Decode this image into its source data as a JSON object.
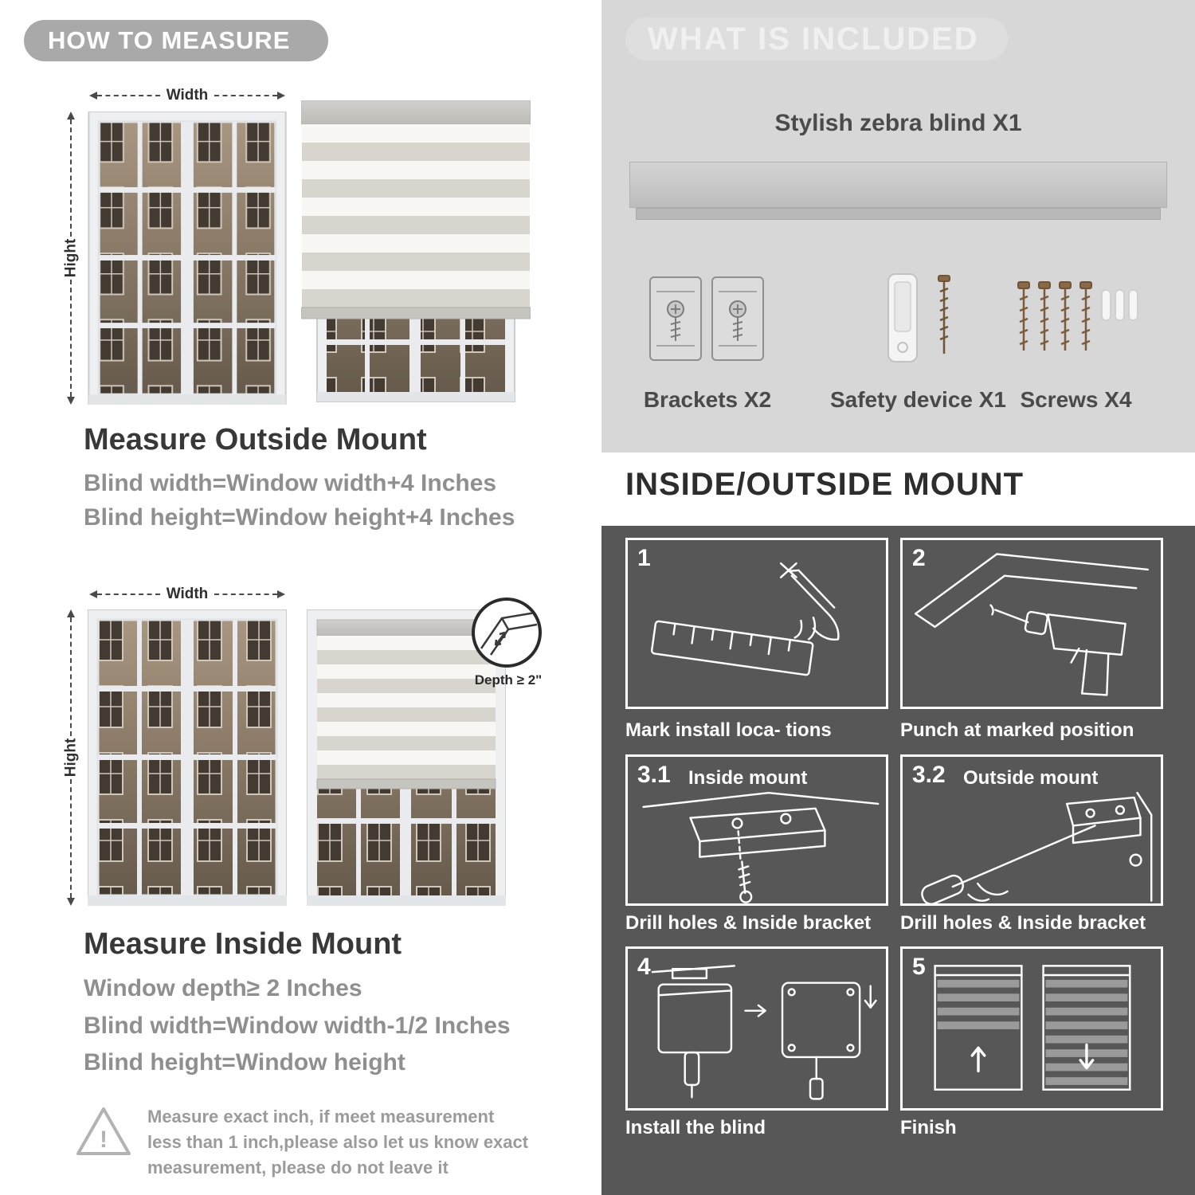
{
  "colors": {
    "banner": "#a9a9a9",
    "included-bg": "#d7d7d7",
    "dark-bg": "#575757",
    "heading": "#383838",
    "body-gray": "#8f8f8f"
  },
  "left": {
    "header": "HOW TO MEASURE",
    "outside": {
      "width_label": "Width",
      "height_label": "Hight",
      "heading": "Measure Outside Mount",
      "rule1": "Blind width=Window width+4 Inches",
      "rule2": "Blind height=Window height+4 Inches"
    },
    "inside": {
      "width_label": "Width",
      "height_label": "Hight",
      "depth_label": "Depth ≥ 2\"",
      "heading": "Measure Inside Mount",
      "rule1": "Window depth≥ 2 Inches",
      "rule2": "Blind width=Window width-1/2 Inches",
      "rule3": "Blind height=Window height"
    },
    "warning": {
      "mark": "!",
      "text": "Measure exact inch, if meet measurement less than 1 inch,please also let us know exact measurement, please do not leave it"
    }
  },
  "right": {
    "included": {
      "header": "WHAT IS INCLUDED",
      "blind_label": "Stylish zebra blind X1",
      "items": [
        {
          "label": "Brackets X2"
        },
        {
          "label": "Safety device X1"
        },
        {
          "label": "Screws X4"
        }
      ]
    },
    "mount": {
      "header": "INSIDE/OUTSIDE MOUNT",
      "steps": [
        {
          "num": "1",
          "caption": "Mark install loca- tions"
        },
        {
          "num": "2",
          "caption": "Punch at  marked position"
        },
        {
          "num": "3.1",
          "title": "Inside mount",
          "caption": "Drill holes &  Inside bracket"
        },
        {
          "num": "3.2",
          "title": "Outside mount",
          "caption": "Drill holes &  Inside bracket"
        },
        {
          "num": "4",
          "caption": "Install the blind"
        },
        {
          "num": "5",
          "caption": "Finish"
        }
      ]
    }
  }
}
